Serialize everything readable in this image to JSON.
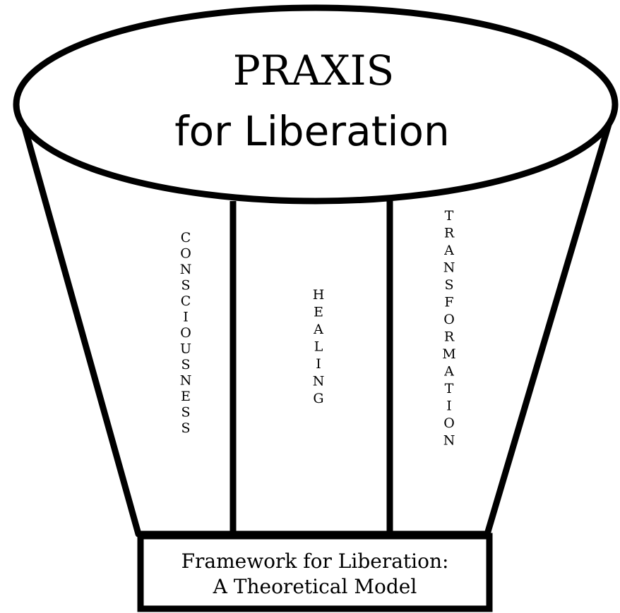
{
  "diagram": {
    "title": "PRAXIS",
    "subtitle": "for Liberation",
    "pillars": [
      {
        "id": "consciousness",
        "label": "CONSCIOUSNESS"
      },
      {
        "id": "healing",
        "label": "HEALING"
      },
      {
        "id": "transformation",
        "label": "TRANSFORMATION"
      }
    ],
    "base": {
      "line1": "Framework for Liberation:",
      "line2": "A Theoretical Model"
    },
    "colors": {
      "stroke": "#000000",
      "fill": "#ffffff"
    }
  }
}
